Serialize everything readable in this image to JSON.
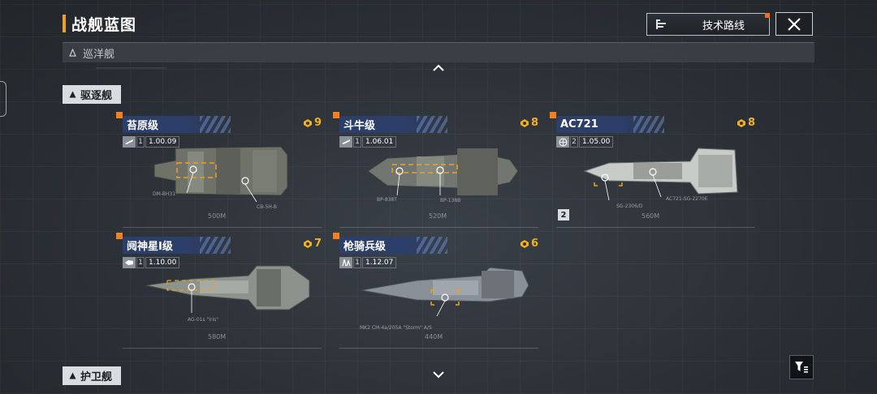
{
  "header": {
    "title": "战舰蓝图",
    "tech_button": "技术路线"
  },
  "sections": {
    "cruiser": "巡洋舰",
    "destroyer": "驱逐舰",
    "frigate": "护卫舰"
  },
  "ships": [
    {
      "name": "苔原级",
      "cost": "9",
      "tier": "1",
      "version": "1.00.09",
      "type_icon": "gun-icon",
      "length": "500M",
      "captions": [
        "DM-BH31",
        "CB-5H-B"
      ]
    },
    {
      "name": "斗牛级",
      "cost": "8",
      "tier": "1",
      "version": "1.06.01",
      "type_icon": "gun-icon",
      "length": "520M",
      "captions": [
        "BP-838T",
        "BP-138B"
      ]
    },
    {
      "name": "AC721",
      "cost": "8",
      "tier": "2",
      "version": "1.05.00",
      "type_icon": "globe-icon",
      "length": "560M",
      "captions": [
        "SG-2306/D",
        "AC721-SG-2270E"
      ]
    },
    {
      "name": "阋神星I级",
      "cost": "7",
      "tier": "1",
      "version": "1.10.00",
      "type_icon": "ship-icon",
      "length": "580M",
      "captions": [
        "AG-01s \"Iris\""
      ]
    },
    {
      "name": "枪骑兵级",
      "cost": "6",
      "tier": "1",
      "version": "1.12.07",
      "type_icon": "missile-icon",
      "length": "440M",
      "captions": [
        "MK2 CM-4a/205A \"Storm\" A/S"
      ]
    }
  ],
  "badge_count": "2",
  "colors": {
    "accent": "#f0a020",
    "cost": "#f0b020",
    "name_bar": "#2c3e6a",
    "flag": "#f08020"
  }
}
